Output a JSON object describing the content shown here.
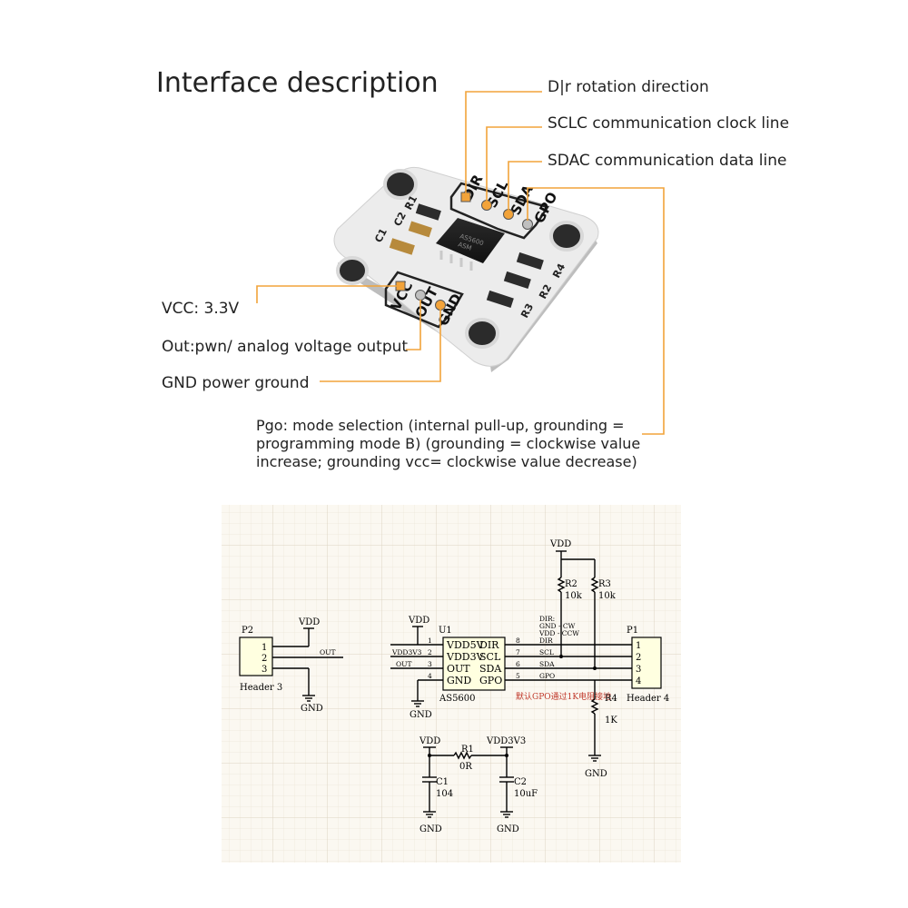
{
  "title": "Interface description",
  "pins_top": [
    {
      "id": "dir",
      "board_label": "DIR",
      "callout": "D|r rotation direction"
    },
    {
      "id": "scl",
      "board_label": "SCL",
      "callout": "SCLC communication clock line"
    },
    {
      "id": "sda",
      "board_label": "SDA",
      "callout": "SDAC communication data line"
    },
    {
      "id": "gpo",
      "board_label": "GPO"
    }
  ],
  "pins_bottom": [
    {
      "id": "vcc",
      "board_label": "VCC",
      "callout": "VCC: 3.3V"
    },
    {
      "id": "out",
      "board_label": "OUT",
      "callout": "Out:pwn/ analog voltage output"
    },
    {
      "id": "gnd",
      "board_label": "GND",
      "callout": "GND power ground"
    }
  ],
  "pgo_description": [
    "Pgo: mode selection (internal pull-up, grounding =",
    "programming mode B) (grounding = clockwise value",
    "increase; grounding vcc= clockwise value decrease)"
  ],
  "board": {
    "silkscreen": [
      "R1",
      "C2",
      "C1",
      "R4",
      "R2",
      "R3"
    ],
    "chip_marking": [
      "AS5600",
      "ASM"
    ]
  },
  "schematic": {
    "p2": {
      "ref": "P2",
      "name": "Header 3",
      "pins": [
        "1",
        "2",
        "3"
      ],
      "vdd": "VDD",
      "gnd": "GND",
      "net": "OUT"
    },
    "u1": {
      "ref": "U1",
      "name": "AS5600",
      "left_pins": [
        {
          "num": "1",
          "label": "VDD5V"
        },
        {
          "num": "2",
          "label": "VDD3V"
        },
        {
          "num": "3",
          "label": "OUT"
        },
        {
          "num": "4",
          "label": "GND"
        }
      ],
      "right_pins": [
        {
          "num": "8",
          "label": "DIR"
        },
        {
          "num": "7",
          "label": "SCL"
        },
        {
          "num": "6",
          "label": "SDA"
        },
        {
          "num": "5",
          "label": "GPO"
        }
      ],
      "left_nets": [
        "",
        "VDD3V3",
        "OUT",
        ""
      ],
      "right_nets": [
        "DIR",
        "SCL",
        "SDA",
        "GPO"
      ],
      "vdd": "VDD",
      "gnd": "GND"
    },
    "p1": {
      "ref": "P1",
      "name": "Header 4",
      "pins": [
        "1",
        "2",
        "3",
        "4"
      ]
    },
    "pullups": {
      "vdd": "VDD",
      "r2": {
        "ref": "R2",
        "value": "10k"
      },
      "r3": {
        "ref": "R3",
        "value": "10k"
      }
    },
    "dir_note": [
      "DIR:",
      "GND - CW",
      "VDD - CCW"
    ],
    "gpo_note": "默认GPO通过1K电阻接地",
    "r4": {
      "ref": "R4",
      "value": "1K",
      "gnd": "GND"
    },
    "power": {
      "vdd": "VDD",
      "vdd3v3": "VDD3V3",
      "r1": {
        "ref": "R1",
        "value": "0R"
      },
      "c1": {
        "ref": "C1",
        "value": "104"
      },
      "c2": {
        "ref": "C2",
        "value": "10uF"
      },
      "gnd": "GND"
    }
  },
  "colors": {
    "leader": "#f2a33a",
    "board": "#ececec",
    "pin_pad": "#f2a33a",
    "grid_minor": "#ece6d8",
    "grid_major": "#ddd4c2",
    "grid_bg": "#fbf8f1"
  }
}
